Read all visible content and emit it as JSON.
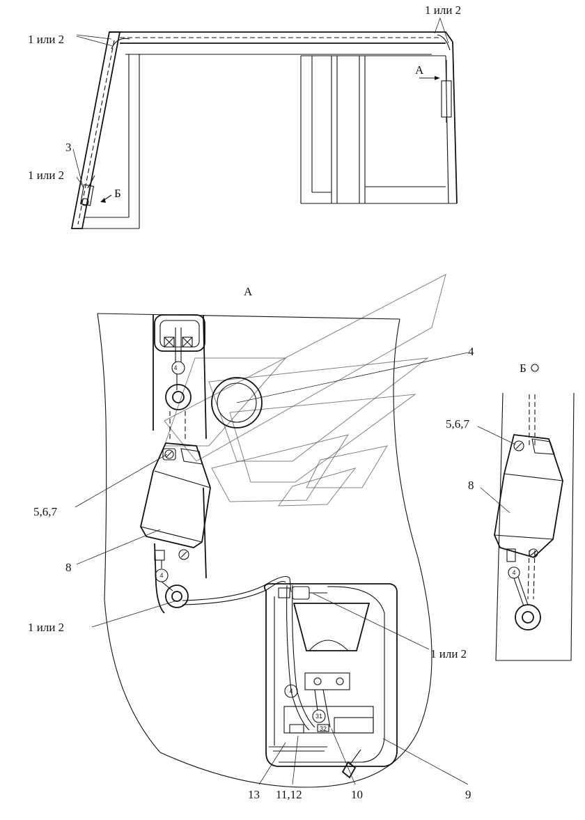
{
  "views": {
    "view_a": "А",
    "view_b": "Б",
    "arrow_a": "А",
    "arrow_b": "Б"
  },
  "labels": {
    "l1": "1 или 2",
    "l2": "1 или 2",
    "l3": "3",
    "l4": "1 или 2",
    "p4": "4",
    "p567": "5,6,7",
    "p8": "8",
    "p1or2a": "1 или 2",
    "p1or2b": "1 или 2",
    "p13": "13",
    "p1112": "11,12",
    "p10": "10",
    "p9": "9",
    "b567": "5,6,7",
    "b8": "8"
  },
  "callouts": {
    "c4": "4",
    "c31": "31",
    "c32": "32"
  }
}
